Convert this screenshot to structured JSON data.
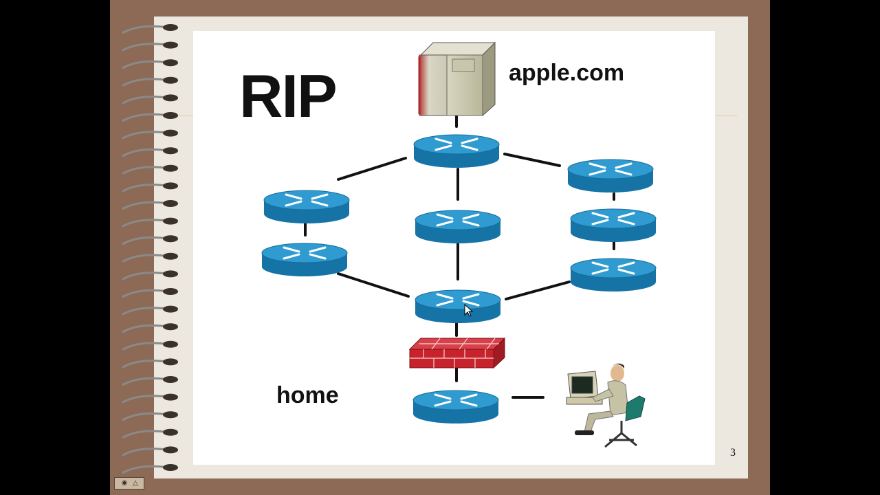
{
  "slide": {
    "title": "RIP",
    "server_label": "apple.com",
    "home_label": "home",
    "page_number": "3"
  },
  "colors": {
    "frame": "#8c6a55",
    "notebook": "#ece7df",
    "router_top": "#2f9bd0",
    "router_side": "#1573a6",
    "firewall": "#c8232c",
    "link": "#111111"
  },
  "icons": {
    "server": "server-icon",
    "router": "router-icon",
    "firewall": "firewall-icon",
    "user": "user-at-computer-icon",
    "cursor": "mouse-cursor-icon"
  }
}
